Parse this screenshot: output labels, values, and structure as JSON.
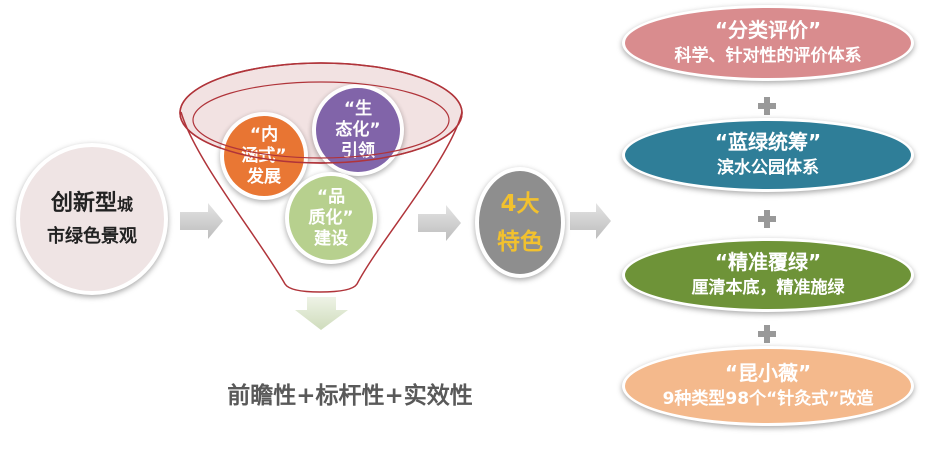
{
  "start": {
    "line1": "创新型",
    "line1_small": "城",
    "line2": "市绿色景观"
  },
  "funnel": {
    "items": [
      {
        "lines": [
          "“内",
          "涵式”",
          "发展"
        ],
        "color": "#e8702a"
      },
      {
        "lines": [
          "“生",
          "态化”",
          "引领"
        ],
        "color": "#7b5ea7"
      },
      {
        "lines": [
          "“品",
          "质化”",
          "建设"
        ],
        "color": "#b7d08e"
      }
    ],
    "result": "前瞻性+标杆性+实效性"
  },
  "features": {
    "line1": "4大",
    "line2": "特色",
    "text_color": "#f2c12e",
    "fill": "#8e8e8e"
  },
  "features_list": [
    {
      "title": "“分类评价”",
      "subtitle": "科学、针对性的评价体系",
      "color": "#d98c8e"
    },
    {
      "title": "“蓝绿统筹”",
      "subtitle": "滨水公园体系",
      "color": "#2f7e98"
    },
    {
      "title": "“精准覆绿”",
      "subtitle": "厘清本底，精准施绿",
      "color": "#6e9338"
    },
    {
      "title": "“昆小薇”",
      "subtitle": "9种类型98个“针灸式”改造",
      "color": "#f4b98c"
    }
  ]
}
